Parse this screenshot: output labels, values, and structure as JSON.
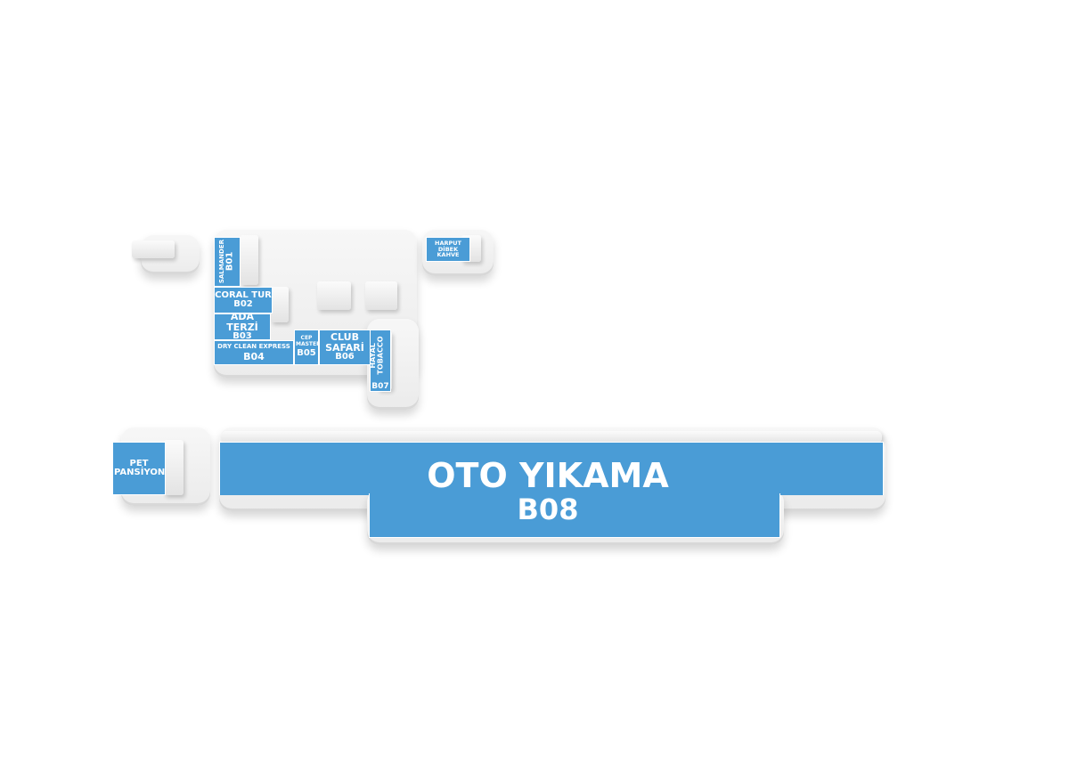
{
  "stores": {
    "b01": {
      "name": "SALMANDER",
      "code": "B01"
    },
    "b02": {
      "name": "CORAL TUR",
      "code": "B02"
    },
    "b03": {
      "name": "ADA TERZİ",
      "code": "B03"
    },
    "b04": {
      "name": "DRY CLEAN EXPRESS",
      "code": "B04"
    },
    "b05": {
      "name": "CEP MASTER",
      "code": "B05"
    },
    "b06": {
      "name": "CLUB SAFARİ",
      "code": "B06"
    },
    "b07": {
      "name": "HAYAL TOBACCO",
      "code": "B07"
    },
    "b08": {
      "name": "OTO YIKAMA",
      "code": "B08"
    },
    "harput": {
      "name": "HARPUT DİBEK KAHVE"
    },
    "pet": {
      "name": "PET PANSİYON"
    }
  },
  "colors": {
    "store_fill": "#4a9cd6",
    "plinth": "#eeeeee",
    "background": "#ffffff"
  }
}
